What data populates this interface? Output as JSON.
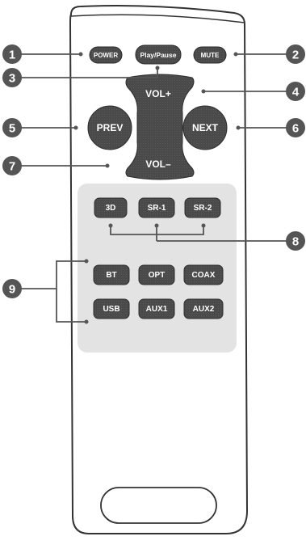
{
  "remote": {
    "top_row": {
      "power": "POWER",
      "play_pause": "Play/Pause",
      "mute": "MUTE"
    },
    "dpad": {
      "vol_up": "VOL+",
      "vol_down": "VOL–",
      "prev": "PREV",
      "next": "NEXT"
    },
    "panel": {
      "row1": [
        "3D",
        "SR-1",
        "SR-2"
      ],
      "row2": [
        "BT",
        "OPT",
        "COAX"
      ],
      "row3": [
        "USB",
        "AUX1",
        "AUX2"
      ]
    }
  },
  "callouts": [
    "1",
    "2",
    "3",
    "4",
    "5",
    "6",
    "7",
    "8",
    "9"
  ],
  "colors": {
    "body_fill": "#ffffff",
    "body_stroke": "#333333",
    "button": "#4a4a4a",
    "panel": "#e3e3e3",
    "callout": "#555555"
  }
}
